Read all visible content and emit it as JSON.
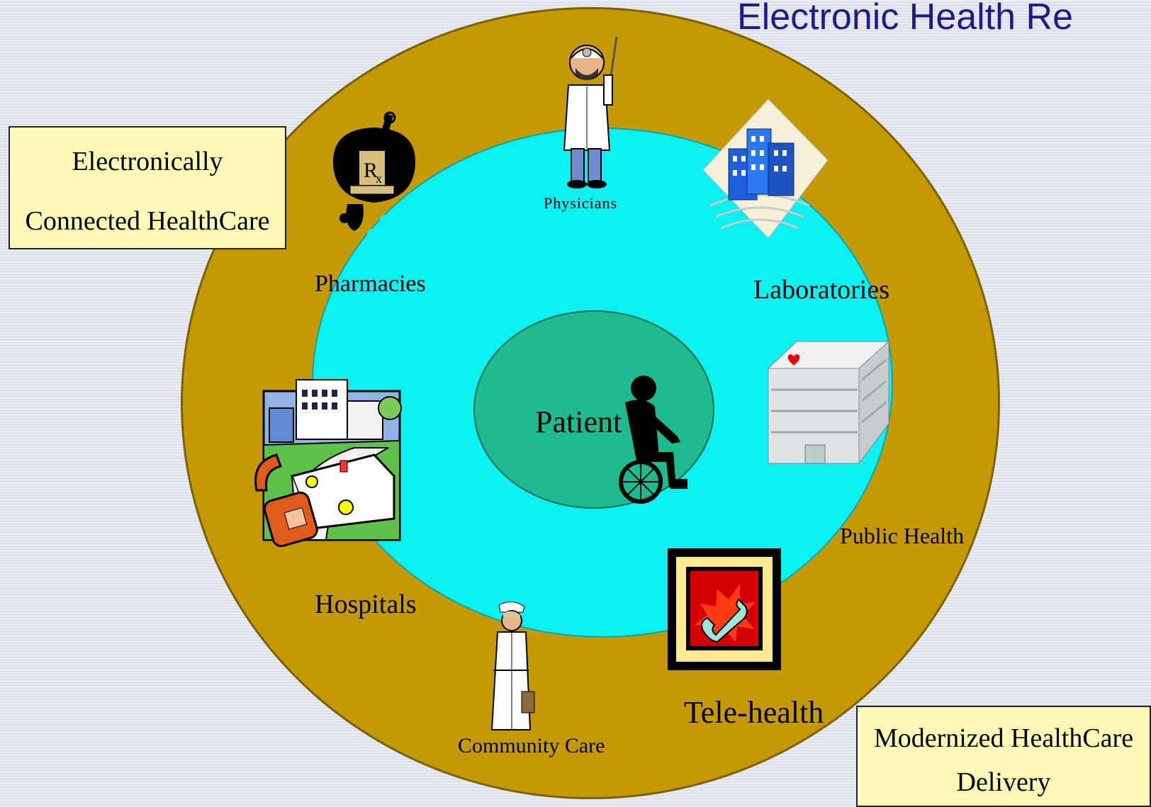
{
  "title": "Electronic Health Re",
  "boxes": {
    "connected": {
      "line1": "Electronically",
      "line2": "Connected HealthCare"
    },
    "modernized": {
      "line1": "Modernized HealthCare",
      "line2": "Delivery"
    }
  },
  "center": {
    "label": "Patient"
  },
  "nodes": {
    "physicians": "Physicians",
    "pharmacies": "Pharmacies",
    "laboratories": "Laboratories",
    "public_health": "Public Health",
    "hospitals": "Hospitals",
    "community_care": "Community Care",
    "tele_health": "Tele-health"
  },
  "colors": {
    "outer_ring": "#c49a00",
    "inner_circle": "#0df0f2",
    "patient_oval": "#1dbb8e",
    "label_box": "#fff9b8",
    "title": "#1c1c8c"
  },
  "icons": [
    "physician-icon",
    "pharmacy-mortar-rx-icon",
    "laboratory-building-icon",
    "public-health-hospital-building-icon",
    "hospital-ambulance-city-icon",
    "wheelchair-patient-icon",
    "tele-health-phone-icon",
    "nurse-icon"
  ]
}
